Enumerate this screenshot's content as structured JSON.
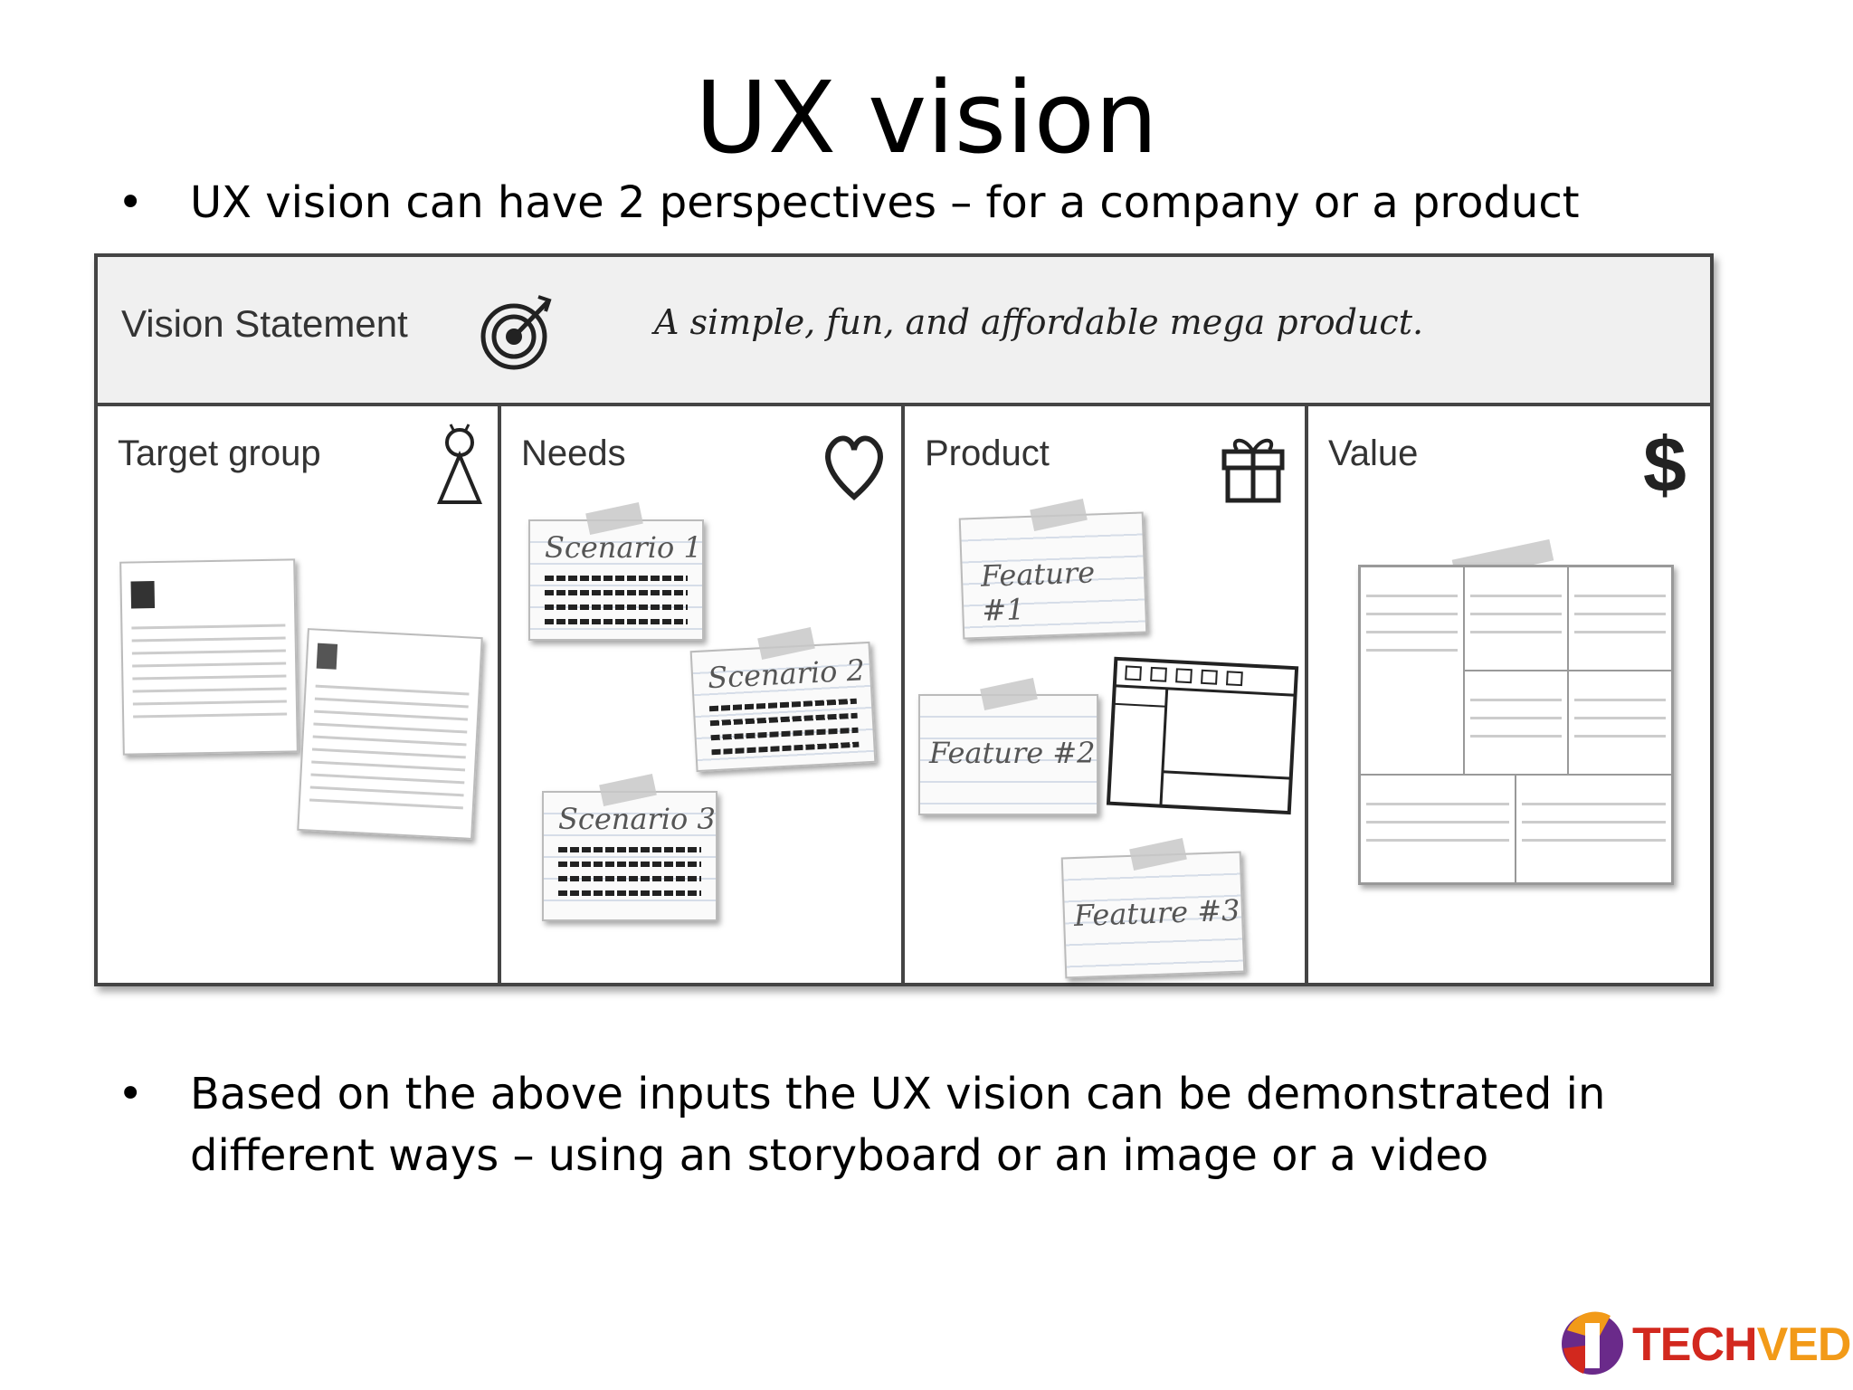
{
  "slide": {
    "title": "UX vision",
    "bullets": [
      "UX vision can have 2 perspectives – for a company or a product",
      "Based on the above inputs the UX vision can be demonstrated in different ways – using an storyboard or an image or a video"
    ],
    "bullet_symbol": "•"
  },
  "canvas": {
    "vision_label": "Vision Statement",
    "vision_text": "A simple, fun, and affordable mega product.",
    "columns": [
      {
        "title": "Target group",
        "icon": "person-icon"
      },
      {
        "title": "Needs",
        "icon": "heart-icon"
      },
      {
        "title": "Product",
        "icon": "gift-icon"
      },
      {
        "title": "Value",
        "icon": "dollar-icon"
      }
    ],
    "scenarios": [
      "Scenario 1",
      "Scenario 2",
      "Scenario 3"
    ],
    "features": [
      "Feature #1",
      "Feature #2",
      "Feature #3"
    ],
    "value_symbol": "$"
  },
  "logo": {
    "text_part1": "TECH",
    "text_part2": "VED"
  },
  "colors": {
    "logo_red": "#d2281e",
    "logo_orange": "#f29a18",
    "border": "#444444"
  }
}
